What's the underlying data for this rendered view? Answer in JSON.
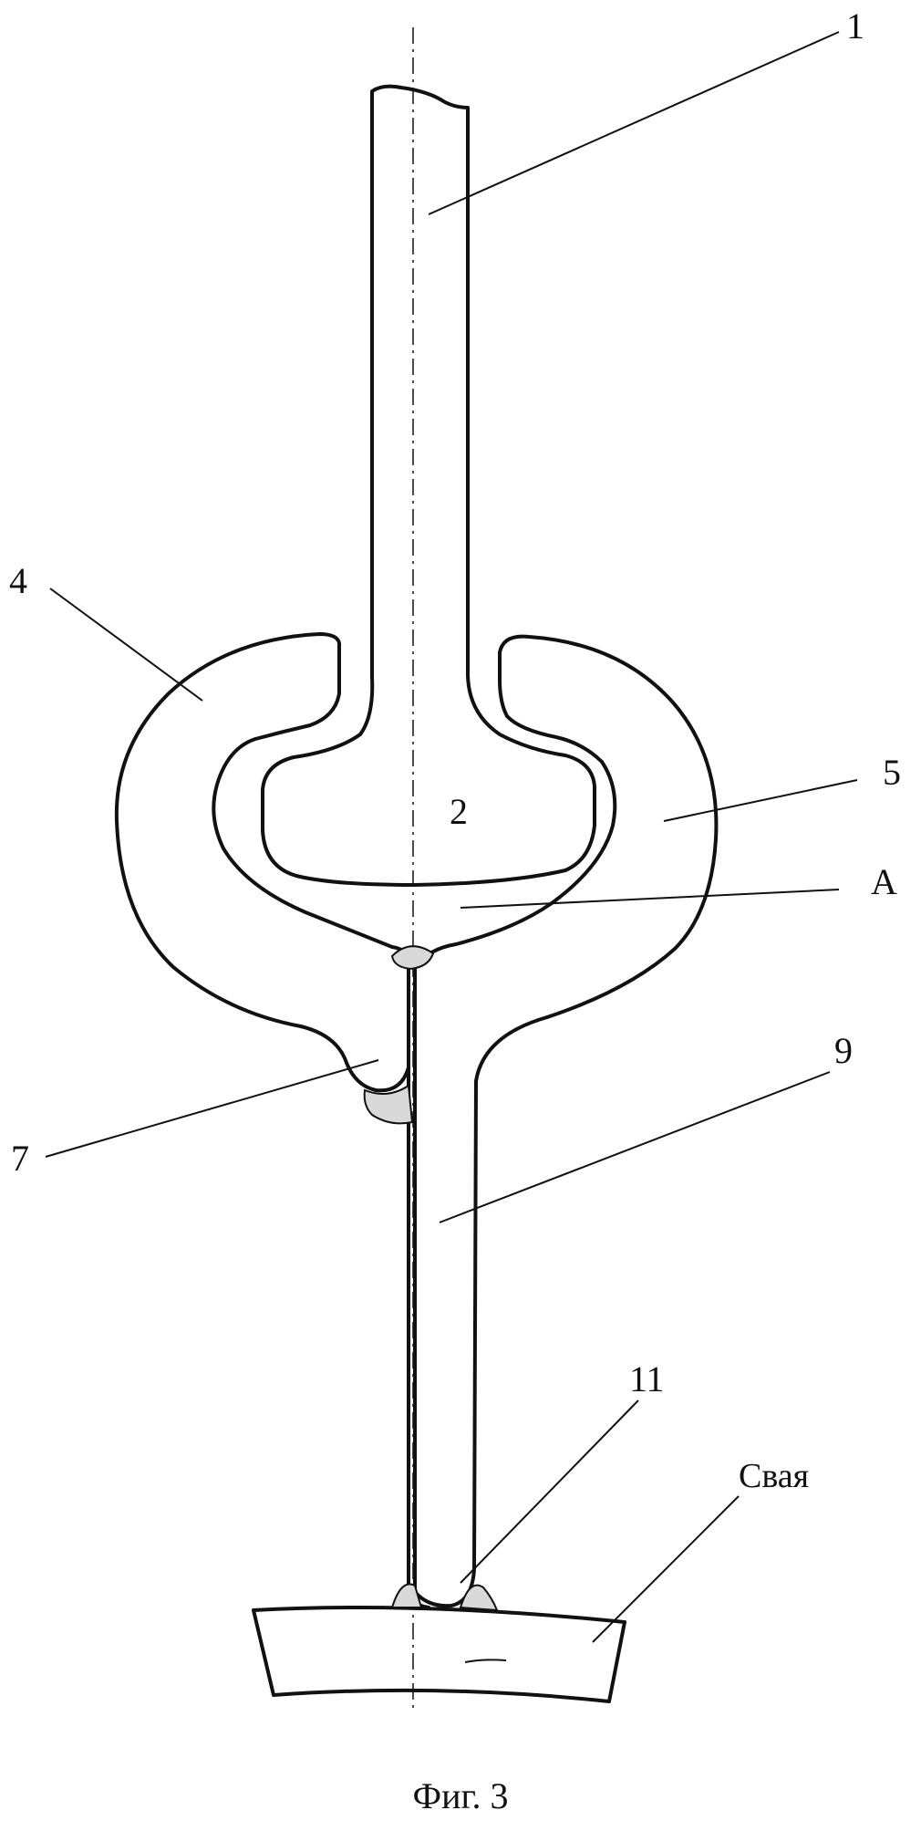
{
  "labels": {
    "part_1": "1",
    "part_2": "2",
    "part_4": "4",
    "part_5": "5",
    "part_A": "A",
    "part_7": "7",
    "part_9": "9",
    "part_11": "11",
    "pile": "Свая"
  },
  "caption": "Фиг. 3"
}
